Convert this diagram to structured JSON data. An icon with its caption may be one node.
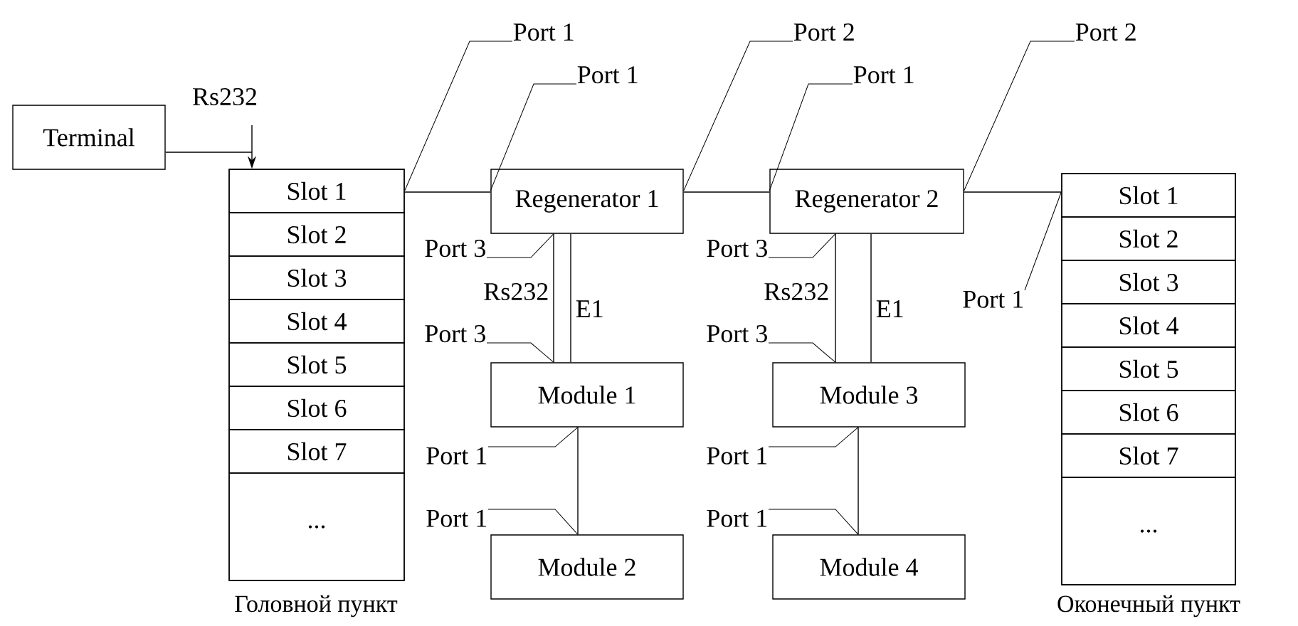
{
  "diagram": {
    "nodes": [
      {
        "text": [],
        "shape": "box",
        "beside": [
          "Головной пункт"
        ]
      },
      {
        "text": [
          "Slot 1"
        ],
        "in": 0
      },
      {
        "text": [
          "Slot 2"
        ],
        "in": 0
      },
      {
        "text": [
          "Slot 3"
        ],
        "in": 0
      },
      {
        "text": [
          "Slot 4"
        ],
        "in": 0
      },
      {
        "text": [
          "Slot 5"
        ],
        "in": 0
      },
      {
        "text": [
          "Slot 6"
        ],
        "in": 0
      },
      {
        "text": [
          "Slot 7"
        ],
        "in": 0
      },
      {
        "text": [
          "..."
        ],
        "in": 0
      },
      {
        "text": [
          "Terminal"
        ]
      },
      {
        "text": [
          "Regenerator 1"
        ]
      },
      {
        "text": [
          "Regenerator 2"
        ]
      },
      {
        "text": [
          "Module 1"
        ]
      },
      {
        "text": [
          "Module 2"
        ]
      },
      {
        "text": [
          "Module 3"
        ]
      },
      {
        "text": [
          "Module 4"
        ]
      },
      {
        "text": [],
        "shape": "box",
        "beside": [
          "Оконечный пункт"
        ]
      },
      {
        "text": [
          "Slot 1"
        ],
        "in": 16
      },
      {
        "text": [
          "Slot 2"
        ],
        "in": 16
      },
      {
        "text": [
          "Slot 3"
        ],
        "in": 16
      },
      {
        "text": [
          "Slot 4"
        ],
        "in": 16
      },
      {
        "text": [
          "Slot 5"
        ],
        "in": 16
      },
      {
        "text": [
          "Slot 6"
        ],
        "in": 16
      },
      {
        "text": [
          "Slot 7"
        ],
        "in": 16
      },
      {
        "text": [
          "..."
        ],
        "in": 16
      },
      {
        "text": [
          "Port 1"
        ]
      },
      {
        "text": [
          "Port 1"
        ]
      },
      {
        "text": [
          "Port 2"
        ]
      },
      {
        "text": [
          "Port 1"
        ]
      },
      {
        "text": [
          "Port 2"
        ]
      },
      {
        "text": [
          "Port 1"
        ]
      },
      {
        "text": [
          "Port 3"
        ]
      },
      {
        "text": [
          "Port 3"
        ]
      },
      {
        "text": [
          "Port 1"
        ]
      },
      {
        "text": [
          "Port 1"
        ]
      },
      {
        "text": [
          "Port 3"
        ]
      },
      {
        "text": [
          "Port 3"
        ]
      },
      {
        "text": [
          "Port 1"
        ]
      },
      {
        "text": [
          "Port 1"
        ]
      }
    ],
    "edges": [
      {
        "from": 9,
        "to": 1,
        "arrow": "to",
        "label": "Rs232"
      },
      {
        "from": 1,
        "to": 10,
        "arrow": "none"
      },
      {
        "from": 10,
        "to": 11,
        "arrow": "none"
      },
      {
        "from": 11,
        "to": 17,
        "arrow": "none"
      },
      {
        "from": 10,
        "to": 12,
        "arrow": "none",
        "label": "Rs232"
      },
      {
        "from": 10,
        "to": 12,
        "arrow": "none",
        "label": "E1"
      },
      {
        "from": 12,
        "to": 13,
        "arrow": "none"
      },
      {
        "from": 11,
        "to": 14,
        "arrow": "none",
        "label": "Rs232"
      },
      {
        "from": 11,
        "to": 14,
        "arrow": "none",
        "label": "E1"
      },
      {
        "from": 14,
        "to": 15,
        "arrow": "none"
      },
      {
        "from": 25,
        "to": 1,
        "arrow": "none"
      },
      {
        "from": 26,
        "to": 10,
        "arrow": "none"
      },
      {
        "from": 27,
        "to": 10,
        "arrow": "none"
      },
      {
        "from": 28,
        "to": 11,
        "arrow": "none"
      },
      {
        "from": 29,
        "to": 11,
        "arrow": "none"
      },
      {
        "from": 30,
        "to": 17,
        "arrow": "none"
      },
      {
        "from": 31,
        "to": 10,
        "arrow": "none"
      },
      {
        "from": 32,
        "to": 12,
        "arrow": "none"
      },
      {
        "from": 33,
        "to": 12,
        "arrow": "none"
      },
      {
        "from": 34,
        "to": 13,
        "arrow": "none"
      },
      {
        "from": 35,
        "to": 11,
        "arrow": "none"
      },
      {
        "from": 36,
        "to": 14,
        "arrow": "none"
      },
      {
        "from": 37,
        "to": 14,
        "arrow": "none"
      },
      {
        "from": 38,
        "to": 15,
        "arrow": "none"
      }
    ]
  }
}
